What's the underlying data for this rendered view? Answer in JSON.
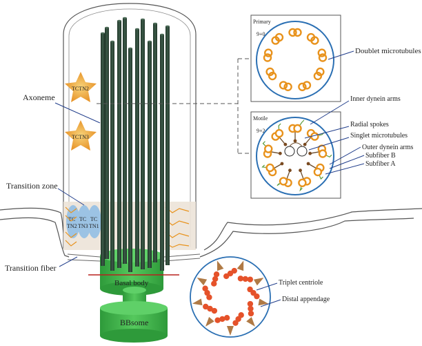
{
  "labels": {
    "axoneme": "Axoneme",
    "transition_zone": "Transition zone",
    "transition_fiber": "Transition fiber",
    "basal_body": "Basal body",
    "bbsome": "BBsome",
    "tctn2_star": "TCTN2",
    "tctn3_star": "TCTN3",
    "tz_protein_1": "TC\nTN2",
    "tz_protein_2": "TC\nTN3",
    "tz_protein_3": "TC\nTN1"
  },
  "primary_panel": {
    "title": "Primary",
    "pattern": "9+0",
    "callout": "Doublet microtubules"
  },
  "motile_panel": {
    "title": "Motile",
    "pattern": "9+2",
    "callouts": [
      "Inner dynein arms",
      "Radial spokes",
      "Singlet microtubules",
      "Outer dynein arms",
      "Subfiber B",
      "Subfiber A"
    ]
  },
  "centriole_panel": {
    "callouts": [
      "Triplet centriole",
      "Distal appendage"
    ]
  },
  "colors": {
    "tubule_dark": "#2f4a3a",
    "basal_green": "#3db546",
    "doublet_orange": "#e8921c",
    "ring_blue": "#2a6fb3",
    "star_gold": "#f0b43c",
    "tz_blue": "#9cc3e4",
    "tz_band": "#ece3d8",
    "triplet_red": "#e5522a",
    "appendage_brown": "#b07a45",
    "cut_line": "#b8201f"
  }
}
